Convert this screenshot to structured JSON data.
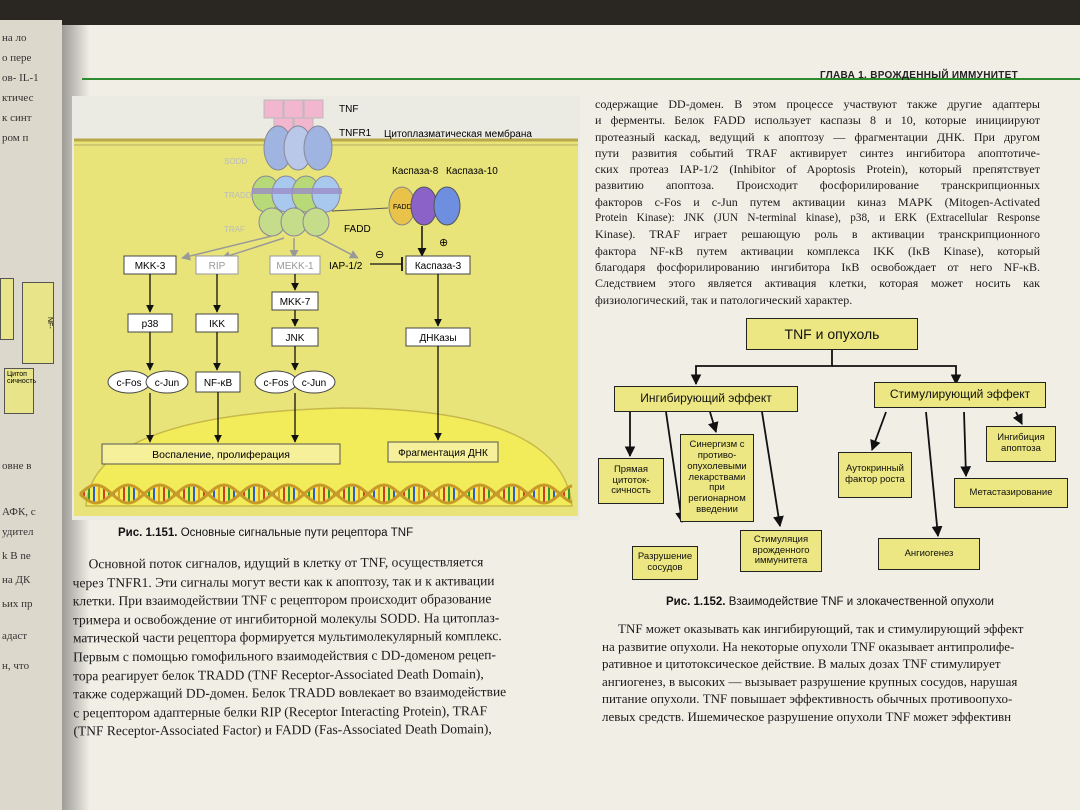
{
  "header": {
    "chapter": "ГЛАВА 1. ВРОЖДЕННЫЙ ИММУНИТЕТ"
  },
  "left_page": {
    "fragments": [
      "на ло",
      "о пере",
      "ов- IL-1",
      "ктичес",
      "к синт",
      "ром п",
      "овне в",
      "АФК, с",
      "удител",
      "k B ne",
      "нa ДК",
      "ьих пр",
      "адаст",
      "н, что"
    ],
    "box1": "Цитоп сичность",
    "box2": "NF-"
  },
  "fig1": {
    "labels": {
      "tnf": "TNF",
      "tnfr1": "TNFR1",
      "membrane": "Цитоплазматическая мембрана",
      "sodd": "SODD",
      "tradd": "TRADD",
      "traf": "TRAF",
      "fadd": "FADD",
      "fadd_small": "FADD",
      "casp8": "Каспаза-8",
      "casp10": "Каспаза-10",
      "mkk3": "MKK-3",
      "rip": "RIP",
      "mekk1": "MEKK-1",
      "iap": "IAP-1/2",
      "minus": "⊖",
      "plus": "⊕",
      "casp3": "Каспаза-3",
      "mkk7": "MKK-7",
      "p38": "p38",
      "ikk": "IKK",
      "jnk": "JNK",
      "dnkazy": "ДНКазы",
      "cfos1": "c-Fos",
      "cjun1": "c-Jun",
      "nfkb": "NF-κB",
      "cfos2": "c-Fos",
      "cjun2": "c-Jun",
      "inflammation": "Воспаление, пролиферация",
      "dna_frag": "Фрагментация ДНК"
    },
    "caption_num": "Рис. 1.151.",
    "caption_text": " Основные сигнальные пути рецептора TNF"
  },
  "left_text": {
    "lines": [
      "Основной поток сигналов, идущий в клетку от TNF, осуществляется",
      "через TNFR1. Эти сигналы могут вести как к апоптозу, так и к активации",
      "клетки. При взаимодействии TNF с рецептором происходит образование",
      "тримера и освобождение от ингибиторной молекулы SODD. На цитоплаз-",
      "матической части рецептора формируется мультимолекулярный комплекс.",
      "Первым с помощью гомофильного взаимодействия с DD-доменом рецеп-",
      "тора реагирует белок TRADD (TNF Receptor-Associated Death Domain),",
      "также содержащий DD-домен. Белок TRADD вовлекает во взаимодействие",
      "с рецептором адаптерные белки RIP (Receptor Interacting Protein), TRAF",
      "(TNF Receptor-Associated Factor) и FADD (Fas-Associated Death Domain),"
    ]
  },
  "right_text": {
    "lines": [
      "содержащие DD-домен. В этом процессе участвуют также другие адаптеры",
      "и ферменты. Белок FADD использует каспазы 8 и 10, которые инициируют",
      "протеазный каскад, ведущий к апоптозу — фрагментации ДНК. При другом",
      "пути развития событий TRAF активирует синтез ингибитора апоптотиче-",
      "ских протеаз IAP-1/2 (Inhibitor of Apoptosis Protein), который препятствует",
      "развитию апоптоза. Происходит фосфорилирование транскрипционных",
      "факторов c-Fos и c-Jun путем активации киназ MAPK (Mitogen-Activated",
      "Protein Kinase): JNK (JUN N-terminal kinase), p38, и ERK (Extracellular Response",
      "Kinase). TRAF играет решающую роль в активации транскрипционного",
      "фактора NF-κB путем активации комплекса IKK (IκB Kinase), который",
      "благодаря фосфорилированию ингибитора IκB освобождает от него NF-κB.",
      "Следствием этого является активация клетки, которая может носить как",
      "физиологический, так и патологический характер."
    ]
  },
  "fig2": {
    "root": "TNF и опухоль",
    "inhib": "Ингибирующий эффект",
    "stim": "Стимулирующий эффект",
    "direct": "Прямая цитоток- сичность",
    "synergy": "Синергизм с противо- опухолевыми лекарствами при регионарном введении",
    "vessels": "Разрушение сосудов",
    "innate": "Стимуляция врожденного иммунитета",
    "autocrine": "Аутокринный фактор роста",
    "apoptosis_inh": "Ингибиция апоптоза",
    "metastasis": "Метастазирование",
    "angiogenesis": "Ангиогенез",
    "caption_num": "Рис. 1.152.",
    "caption_text": " Взаимодействие TNF и злокачественной опухоли"
  },
  "bottom_text": {
    "lines": [
      "TNF может оказывать как ингибирующий, так и стимулирующий эффект",
      "на развитие опухоли. На некоторые опухоли TNF оказывает антипролифе-",
      "ративное и цитотоксическое действие. В малых дозах TNF стимулирует",
      "ангиогенез, в высоких — вызывает разрушение крупных сосудов, нарушая",
      "питание опухоли. TNF повышает эффективность обычных противоопухо-",
      "левых средств. Ишемическое разрушение опухоли TNF может эффективн"
    ]
  },
  "colors": {
    "header_line": "#2e8b2e",
    "fig_bg": "#e8e47a",
    "box_fill": "#ece782"
  }
}
